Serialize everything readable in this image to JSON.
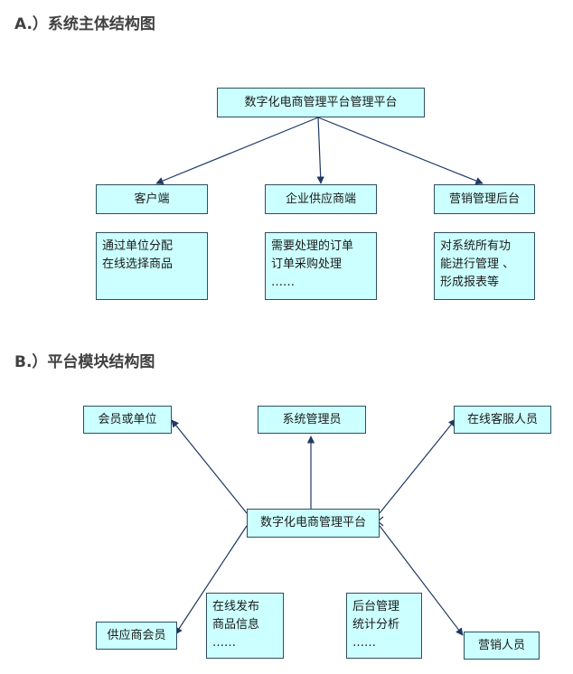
{
  "section_a": {
    "title": "A.）系统主体结构图",
    "root": "数字化电商管理平台管理平台",
    "branches": [
      {
        "label": "客户端",
        "notes": [
          "通过单位分配",
          "在线选择商品"
        ]
      },
      {
        "label": "企业供应商端",
        "notes": [
          "需要处理的订单",
          "订单采购处理",
          "……"
        ]
      },
      {
        "label": "营销管理后台",
        "notes": [
          "对系统所有功",
          "能进行管理 、",
          "形成报表等"
        ]
      }
    ]
  },
  "section_b": {
    "title": "B.）平台模块结构图",
    "hub": "数字化电商管理平台",
    "modules": [
      "会员或单位",
      "系统管理员",
      "在线客服人员",
      "供应商会员",
      "营销人员"
    ],
    "notes": [
      [
        "在线发布",
        "商品信息",
        "……"
      ],
      [
        "后台管理",
        "统计分析",
        "……"
      ]
    ]
  }
}
